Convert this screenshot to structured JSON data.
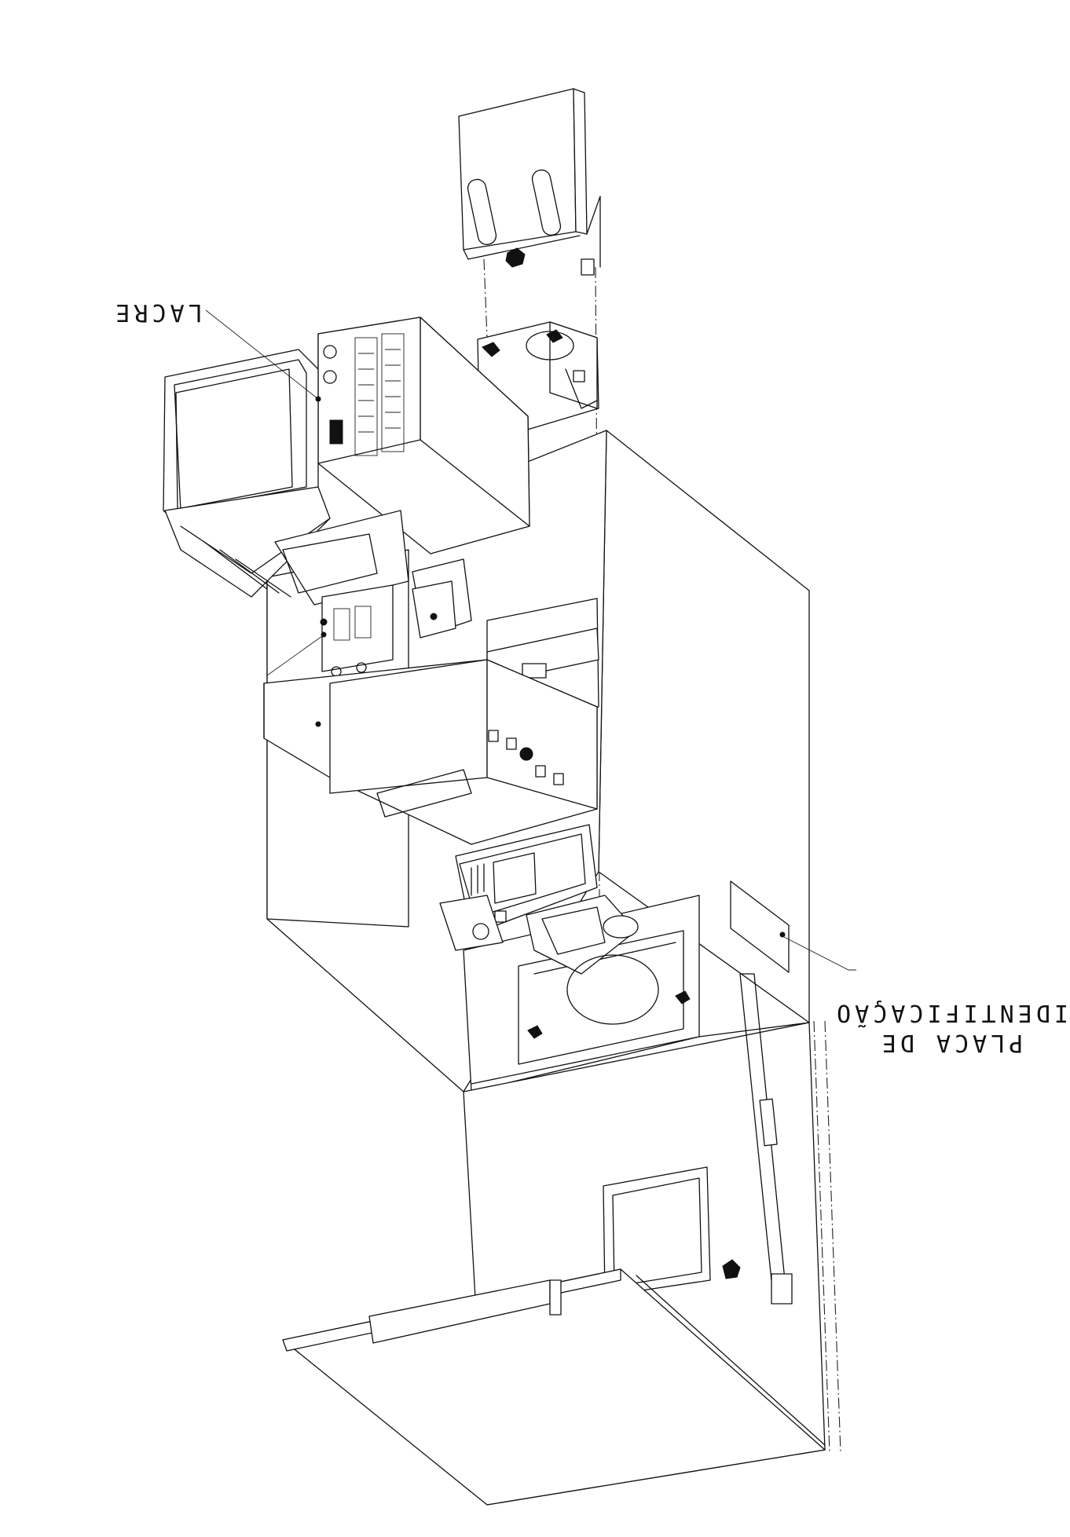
{
  "callouts": {
    "lacre": "LACRE",
    "placa_line1": "PLACA DE",
    "placa_line2": "IDENTIFICAÇÃO"
  }
}
